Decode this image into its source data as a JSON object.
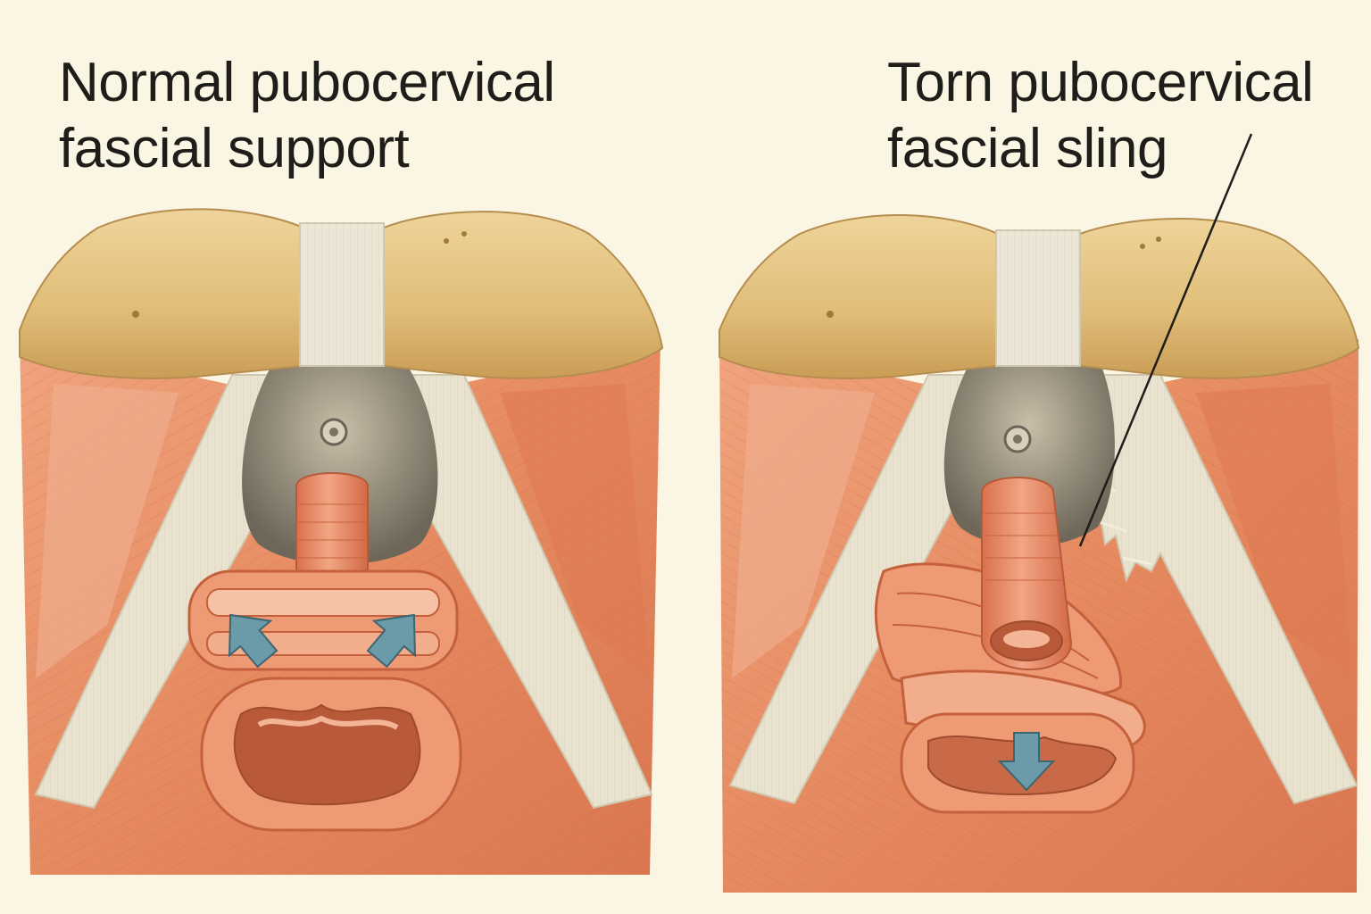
{
  "panels": [
    {
      "id": "normal",
      "title_lines": [
        "Normal pubocervical",
        "fascial support"
      ],
      "arrow_direction": "up"
    },
    {
      "id": "torn",
      "title_lines": [
        "Torn pubocervical",
        "fascial sling"
      ],
      "arrow_direction": "down"
    }
  ],
  "colors": {
    "background": "#fbf5e4",
    "bone": "#e2c07e",
    "ligament": "#ece6d4",
    "muscle": "#e88f66",
    "fascia": "#e6dfcb",
    "cavity": "#8a8272",
    "tissue": "#e98b62",
    "arrow": "#6b9aa8"
  }
}
